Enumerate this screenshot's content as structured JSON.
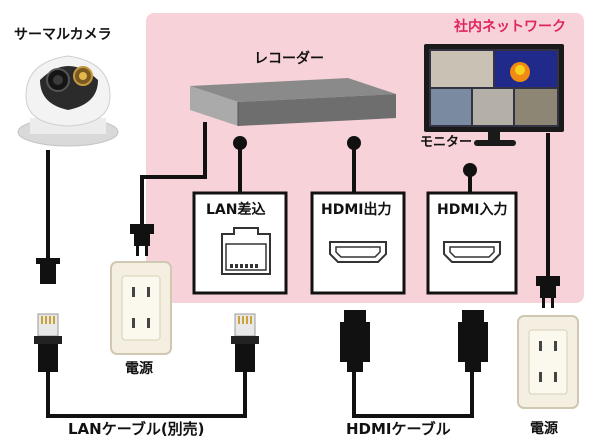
{
  "labels": {
    "network": "社内ネットワーク",
    "camera": "サーマルカメラ",
    "recorder": "レコーダー",
    "monitor": "モニター",
    "port_lan": "LAN差込",
    "port_hdmi_out": "HDMI出力",
    "port_hdmi_in": "HDMI入力",
    "outlet_left": "電源",
    "outlet_right": "電源",
    "lan_cable": "LANケーブル(別売)",
    "hdmi_cable": "HDMIケーブル"
  },
  "colors": {
    "network_background": "#f7d3d9",
    "network_label": "#e0245e",
    "cable": "#111111",
    "recorder_body": "#9a9a9a",
    "outlet": "#f4efe0"
  }
}
